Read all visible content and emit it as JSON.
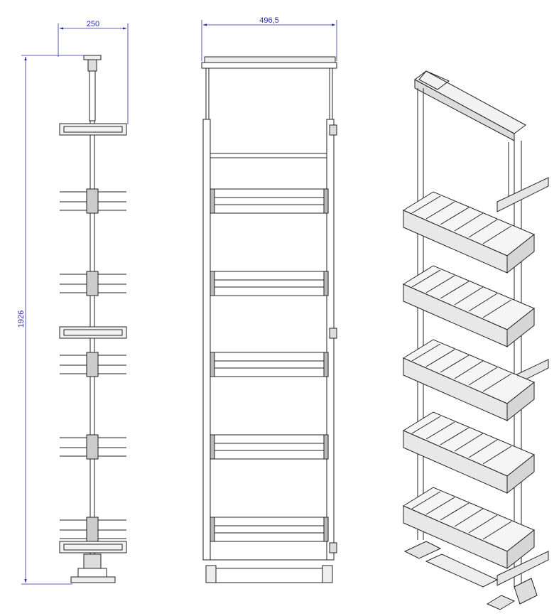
{
  "dimensions": {
    "side_width": "250",
    "front_width": "496,5",
    "overall_height": "1926"
  },
  "colors": {
    "dimension_line": "#2a2aa8",
    "line_art": "#222222",
    "background": "#ffffff"
  }
}
